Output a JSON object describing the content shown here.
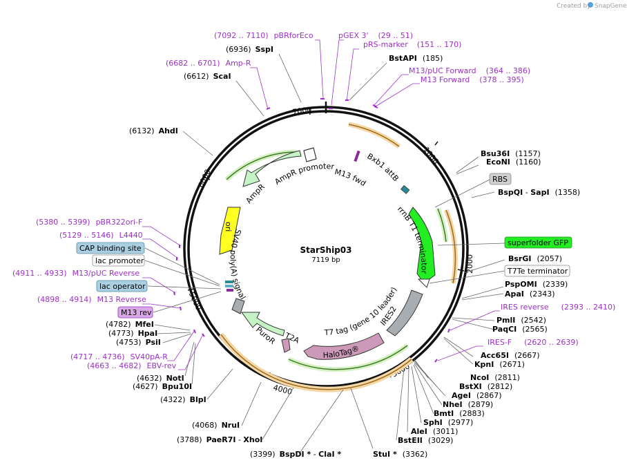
{
  "branding": {
    "created_by": "Created by",
    "app": "SnapGene"
  },
  "plasmid": {
    "name": "StarShip03",
    "size_label": "7119 bp",
    "length": 7119
  },
  "colors": {
    "ring": "#111111",
    "label_purple": "#9b30c8",
    "orange": "#f1b85e",
    "green": "#3b9a2b"
  },
  "tick_labels": [
    "1000",
    "2000",
    "3000",
    "4000",
    "5000",
    "6000",
    "7000"
  ],
  "sites": [
    {
      "name": "SspI",
      "pos": "(6936)"
    },
    {
      "name": "BstAPI",
      "pos": "(185)"
    },
    {
      "name": "ScaI",
      "pos": "(6612)"
    },
    {
      "name": "AhdI",
      "pos": "(6132)"
    },
    {
      "name": "Bsu36I",
      "pos": "(1157)"
    },
    {
      "name": "EcoNI",
      "pos": "(1160)"
    },
    {
      "name": "BspQI",
      "sep": " - ",
      "name2": "SapI",
      "pos": "(1358)"
    },
    {
      "name": "BsrGI",
      "pos": "(2057)"
    },
    {
      "name": "PspOMI",
      "pos": "(2339)"
    },
    {
      "name": "ApaI",
      "pos": "(2343)"
    },
    {
      "name": "PmlI",
      "pos": "(2542)"
    },
    {
      "name": "PaqCI",
      "pos": "(2565)"
    },
    {
      "name": "Acc65I",
      "pos": "(2667)"
    },
    {
      "name": "KpnI",
      "pos": "(2671)"
    },
    {
      "name": "NcoI",
      "pos": "(2811)"
    },
    {
      "name": "BstXI",
      "pos": "(2812)"
    },
    {
      "name": "AgeI",
      "pos": "(2867)"
    },
    {
      "name": "NheI",
      "pos": "(2879)"
    },
    {
      "name": "BmtI",
      "pos": "(2883)"
    },
    {
      "name": "SphI",
      "pos": "(2977)"
    },
    {
      "name": "AleI",
      "pos": "(3011)"
    },
    {
      "name": "BstEII",
      "pos": "(3029)"
    },
    {
      "name": "StuI",
      "star": " *",
      "pos": "(3362)"
    },
    {
      "name": "BspDI",
      "star": " *",
      "sep": " - ",
      "name2": "ClaI",
      "star2": " *",
      "pos": "(3399)"
    },
    {
      "name": "PaeR7I",
      "sep": " - ",
      "name2": "XhoI",
      "pos": "(3788)"
    },
    {
      "name": "NruI",
      "pos": "(4068)"
    },
    {
      "name": "BlpI",
      "pos": "(4322)"
    },
    {
      "name": "Bpu10I",
      "pos": "(4627)"
    },
    {
      "name": "NotI",
      "pos": "(4632)"
    },
    {
      "name": "PsiI",
      "pos": "(4753)"
    },
    {
      "name": "HpaI",
      "pos": "(4773)"
    },
    {
      "name": "MfeI",
      "pos": "(4782)"
    }
  ],
  "primers": [
    {
      "name": "pBRforEco",
      "pos": "(7092 .. 7110)"
    },
    {
      "name": "pGEX 3'",
      "pos": "(29 .. 51)"
    },
    {
      "name": "pRS-marker",
      "pos": "(151 .. 170)"
    },
    {
      "name": "Amp-R",
      "pos": "(6682 .. 6701)"
    },
    {
      "name": "M13/pUC Forward",
      "pos": "(364 .. 386)"
    },
    {
      "name": "M13 Forward",
      "pos": "(378 .. 395)"
    },
    {
      "name": "pBR322ori-F",
      "pos": "(5380 .. 5399)"
    },
    {
      "name": "L4440",
      "pos": "(5129 .. 5146)"
    },
    {
      "name": "M13/pUC Reverse",
      "pos": "(4911 .. 4933)"
    },
    {
      "name": "M13 Reverse",
      "pos": "(4898 .. 4914)"
    },
    {
      "name": "IRES reverse",
      "pos": "(2393 .. 2410)"
    },
    {
      "name": "IRES-F",
      "pos": "(2620 .. 2639)"
    },
    {
      "name": "SV40pA-R",
      "pos": "(4717 .. 4736)"
    },
    {
      "name": "EBV-rev",
      "pos": "(4663 .. 4682)"
    }
  ],
  "boxed_features": [
    {
      "name": "RBS"
    },
    {
      "name": "superfolder GFP"
    },
    {
      "name": "T7Te terminator"
    },
    {
      "name": "CAP binding site"
    },
    {
      "name": "lac promoter"
    },
    {
      "name": "lac operator"
    },
    {
      "name": "M13 rev"
    }
  ],
  "map_features": [
    {
      "name": "AmpR promoter"
    },
    {
      "name": "AmpR"
    },
    {
      "name": "ori"
    },
    {
      "name": "SV40 poly(A) signal"
    },
    {
      "name": "M13 fwd"
    },
    {
      "name": "Bxb1 attB"
    },
    {
      "name": "rrnB T1 terminator"
    },
    {
      "name": "T7 tag (gene 10 leader)"
    },
    {
      "name": "IRES2"
    },
    {
      "name": "T2A"
    },
    {
      "name": "PuroR"
    },
    {
      "name": "HaloTag®"
    }
  ]
}
